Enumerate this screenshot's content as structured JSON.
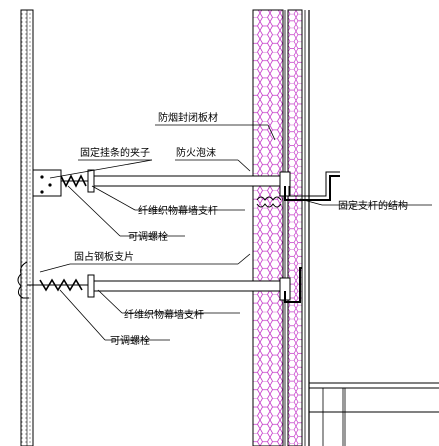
{
  "labels": {
    "fire_seal_panel": "防烟封闭板材",
    "fixed_anchor": "固定挂条的夹子",
    "fire_foam": "防火泡沫",
    "fiber_rod_top": "纤维织物幕墙支杆",
    "adjust_bolt_top": "可调螺栓",
    "fixed_steel_structure": "固定支杆的结构",
    "fixed_steel_bracket": "固占钢板支片",
    "fiber_rod_bottom": "纤维织物幕墙支杆",
    "adjust_bolt_bottom": "可调螺栓"
  }
}
